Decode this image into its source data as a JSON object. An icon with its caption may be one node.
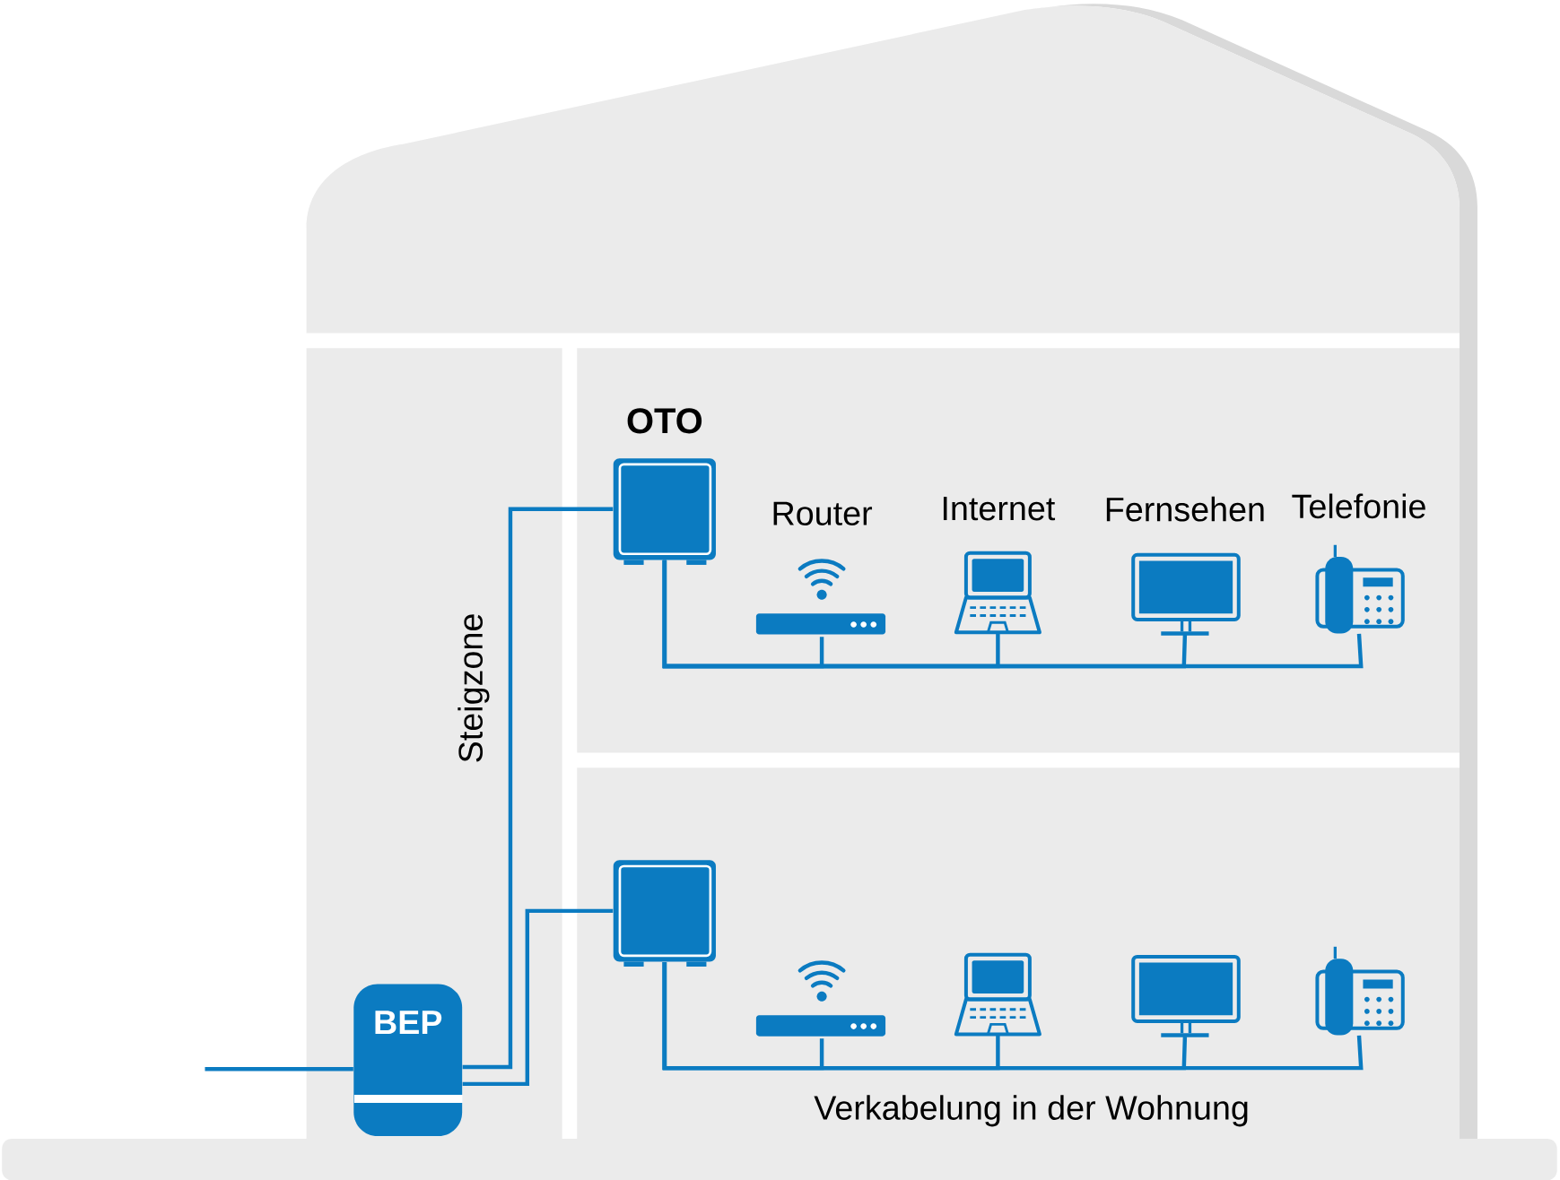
{
  "diagram": {
    "nodes": [
      {
        "text": [
          "BEP"
        ]
      },
      {
        "text": [
          "OTO"
        ]
      },
      {
        "text": [],
        "shape": "box"
      },
      {
        "text": [
          "Router"
        ]
      },
      {
        "text": [
          "Internet"
        ]
      },
      {
        "text": [
          "Fernsehen"
        ]
      },
      {
        "text": [
          "Telefonie"
        ]
      },
      {
        "text": [],
        "shape": "picture"
      },
      {
        "text": [],
        "shape": "picture"
      },
      {
        "text": [],
        "shape": "picture"
      },
      {
        "text": [],
        "shape": "picture"
      }
    ],
    "edges": [
      {
        "from": null,
        "to": 0,
        "arrow": "none"
      },
      {
        "from": 0,
        "to": 1,
        "arrow": "none"
      },
      {
        "from": 0,
        "to": 2,
        "arrow": "none"
      },
      {
        "from": 1,
        "to": 3,
        "arrow": "none"
      },
      {
        "from": 1,
        "to": 4,
        "arrow": "none"
      },
      {
        "from": 1,
        "to": 5,
        "arrow": "none"
      },
      {
        "from": 1,
        "to": 6,
        "arrow": "none"
      },
      {
        "from": 2,
        "to": 7,
        "arrow": "none"
      },
      {
        "from": 2,
        "to": 8,
        "arrow": "none"
      },
      {
        "from": 2,
        "to": 9,
        "arrow": "none"
      },
      {
        "from": 2,
        "to": 10,
        "arrow": "none"
      }
    ],
    "labels": [
      "Steigzone",
      "Verkabelung in der Wohnung"
    ]
  }
}
